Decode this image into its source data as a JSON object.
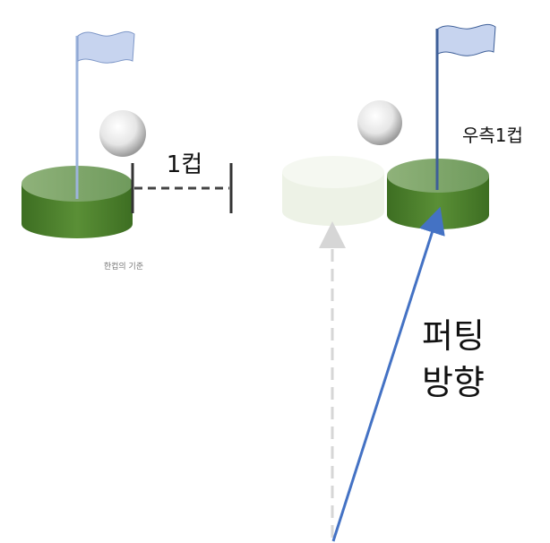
{
  "left_panel": {
    "distance_label": "1컵",
    "caption": "한컵의 기준"
  },
  "right_panel": {
    "offset_label": "우측1컵",
    "putting_direction_line1": "퍼팅",
    "putting_direction_line2": "방향"
  },
  "colors": {
    "cup_top": "#8fb27a",
    "cup_side": "#4a7f2a",
    "ghost_cup": "#eef3e6",
    "flag": "#c7d4ef",
    "flag_border": "#3e5f98",
    "putt_arrow": "#4472c4",
    "ghost_arrow": "#d6d6d6"
  }
}
